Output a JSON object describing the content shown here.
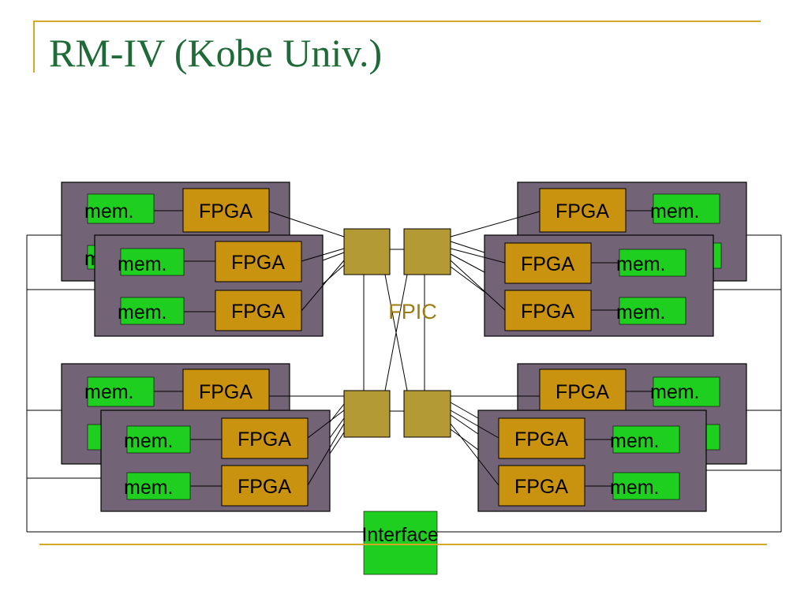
{
  "slide": {
    "title": "RM-IV (Kobe Univ.)"
  },
  "diagram": {
    "fpga_label": "FPGA",
    "mem_label": "mem.",
    "fpic_label": "FPIC",
    "interface_label": "Interface",
    "colors": {
      "board": "#736376",
      "fpga": "#c9920f",
      "mem": "#1fcf1f",
      "fpic": "#b39a35",
      "title": "#1e6b37",
      "accent": "#d4a82a"
    }
  }
}
